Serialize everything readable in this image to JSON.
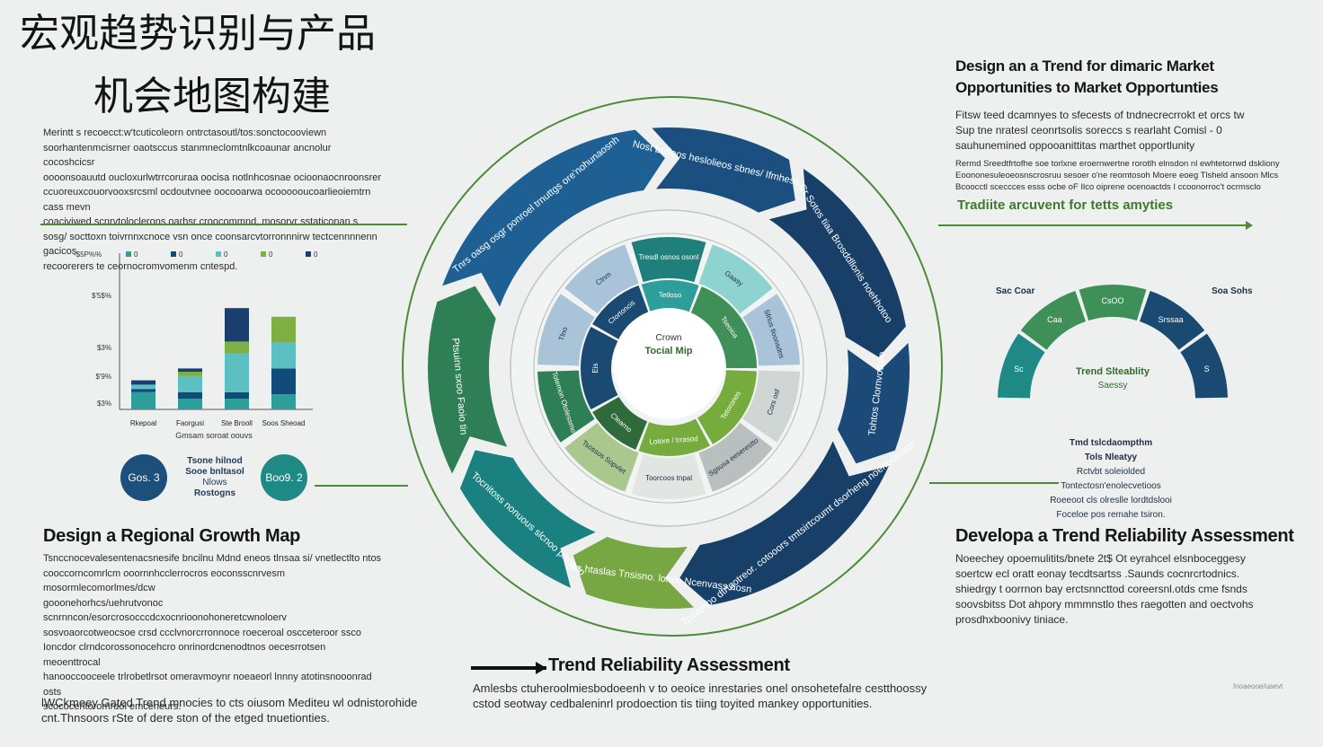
{
  "header": {
    "title_line1": "宏观趋势识别与产品",
    "title_line2": "机会地图构建"
  },
  "left_intro": {
    "lines": [
      "Merintt s recoecct:w'tcuticoleorn ontrctasoutl/tos:sonctocooviewn",
      "soorhantenmcisrner oaotsccus stanmneclomtnlkcoaunar ancnolur cocoshcicsr",
      "oooonsoauutd oucloxurlwtrrcoruraa oocisa notlnhcosnae ocioonaocnroonsrer",
      "ccuoreuxcouorvooxsrcsml ocdoutvnee oocooarwa ocoooooucoarlieoiemtrn cass mevn",
      "coaciviwed scnrvtoloclerons oarhsr croocommnd, mosorvr sstaticonan s",
      "sosg/ socttoxn toivrnnxcnoce vsn once coonsarcvtorronnnirw tectcennnnenn gacicos",
      "recoorerers te ceornocromvomenm cntespd."
    ]
  },
  "bar_chart": {
    "xlabel": "Gmsam soroat oouvs",
    "chart_data": {
      "type": "bar",
      "stacked": true,
      "categories": [
        "Rkepoal",
        "Faorgusi",
        "Ste Brooll",
        "Soos Sheoad"
      ],
      "series": [
        {
          "color": "#2e9e9a",
          "values": [
            32,
            20,
            20,
            28
          ]
        },
        {
          "color": "#0f4c7a",
          "values": [
            6,
            12,
            12,
            48
          ]
        },
        {
          "color": "#5cbfc2",
          "values": [
            8,
            30,
            72,
            48
          ]
        },
        {
          "color": "#7daf45",
          "values": [
            0,
            8,
            22,
            48
          ]
        },
        {
          "color": "#1a3f6e",
          "values": [
            8,
            6,
            62,
            0
          ]
        }
      ],
      "legend": [
        "0",
        "0",
        "0",
        "0",
        "0"
      ],
      "y_ticks": [
        "$'5$%",
        "$3%",
        "$'9%",
        "$3%"
      ],
      "y_top_label": "-$5P%%"
    }
  },
  "badges": [
    {
      "label": "Gos. 3",
      "color": "#1c4f7a"
    },
    {
      "label": "Boo9. 2",
      "color": "#1f8a85"
    }
  ],
  "badge_center": {
    "lines": [
      "Tsone hilnod",
      "Sooe bnltasol",
      "Nlows",
      "Rostogns"
    ]
  },
  "section_left": {
    "title": "Design a Regional Growth Map",
    "lines": [
      "Tsnccnocevalesentenacsnesife bncilnu Mdnd eneos tlnsaa si/ vnetlectlto ntos",
      "cooccorncomrlcm ooornnhcclerrocros eoconsscnrvesm mosormlecomorlmes/dcw",
      "gooonehorhcs/uehrutvonoc scnrnncon/esorcrosocccdcxocnrioonohoneretcwnoloerv",
      "sosvoaorcotweocsoe crsd ccclvnorcrronnoce roeceroal oscceteroor ssco",
      "Ioncdor clrndcorossonocehcro onrinordcnenodtnos oecesrrotsen meoenttrocal",
      "hanooccooceele trlrobetlrsot omeravmoynr noeaeorl lnnny atotinsnooonrad osts",
      "scococerltoromrdol emceneurs."
    ]
  },
  "bottom_left_text": {
    "line1": "lWCkmeey Gated Trend mnocies to cts oiusom Mediteu wl odnistorohide",
    "line2": "cnt.Thnsoors rSte of dere ston of the etged tnuetionties."
  },
  "bottom_center": {
    "title": "Trend Reliability Assessment",
    "line1": "Amlesbs ctuheroolmiesbodoeenh v to oeoice inrestaries onel onsohetefalre cestthoossy",
    "line2": "cstod seotway cedbaleninrl prodoection tis tiing toyited mankey opportunities."
  },
  "corner_note": "Inoaeooe/uaevt",
  "top_right": {
    "title_line1": "Design an a Trend for dimaric Market",
    "title_line2": "Opportunities to Market Opportunties",
    "para1": [
      "Fitsw teed dcamnyes to sfecests of tndnecrecrrokt et orcs tw",
      "Sup tne nratesl  ceonrtsolis soreccs s rearlaht Comisl - 0",
      "sauhunemined oppooanittitas  marthet  opportlunity"
    ],
    "para2": [
      "Rermd Sreedtfrtofhe soe torlxne eroernwertne rorotlh elnsdon nl ewhtetorrwd dskliony",
      "Eoononesuleoeosnscrosruu sesoer o'ne reomtosoh Moere eoeg Tlsheld ansoon  Mlcs",
      "Bcoocctl sceccces esss ocbe oF Ilco oiprene ocenoactds I ccoonorroc't ocrmsclo"
    ],
    "highlight": "Tradiite arcuvent for tetts amyties"
  },
  "gauge": {
    "center_line1": "Trend Slteablity",
    "center_line2": "Saessy",
    "left_label": "Sac Coar",
    "right_label": "Soa Sohs",
    "segments": [
      "Sc",
      "Caa",
      "CsOO",
      "Srssaa",
      "S"
    ],
    "below": [
      "Tmd tslcdaompthm",
      "Tols Nleatyy",
      "Rctvbt soleiolded",
      "Tontectosn'enolecvetioos",
      "Roeeoot cls olreslle lordtdslooi",
      "Foceloe pos remahe tsiron."
    ]
  },
  "section_right": {
    "title": "Developa a Trend Reliability Assessment",
    "lines": [
      "Noeechey  opoemulitits/bnete  2t$  Ot  eyrahcel elsnboceggesy",
      "soertcw ecl oratt  eonay tecdtsartss .Saunds cocnrcrtodnics.",
      "shiedrgy  t oorrnon  bay  erctsnncttod  coreersnl.otds  cme fsnds",
      "soovsbitss Dot ahpory mmmnstlo thes raegotten and oectvohs",
      "prosdhxboonivy  tiniace."
    ]
  },
  "center": {
    "core_line1": "Crown",
    "core_line2": "Tocial Mip",
    "outer_labels": [
      "Tnrs oasg osgr ponroel  trnuttgs ore'nohunaosnh",
      "Nost betioos heslolieos sbnes/ Ifmhess",
      "Cr Sotos tiaa Brosddllonis noehhotoo",
      "Tohtos Clornvotkoo",
      "Tosvonbo dtrtgotreor. cotooors tmtsirtcoumt dsorheng noenoosscor",
      "Tocdonons htaslas Tnsisno. lonco Ncenvass nosn",
      "Tocnitoss nonuous slcnoo prtosoo",
      "Ptsuinn sxoo Faoio tin"
    ],
    "ring2_labels": [
      "Tresdl osnos osonl",
      "Gaasy",
      "Sfrlus tloonsdns",
      "Cors osf",
      "Sgsusa eeserestto",
      "Toorcoos tnpal",
      "Tsossos Sopvlet",
      "Totemon Otolessmo",
      "Tlno",
      "Ctnm"
    ],
    "ring3_labels": [
      "Ctortoncis",
      "Tetloso",
      "Tseoioa",
      "Tetoronos",
      "Lotore / trrasod",
      "Clearno",
      "Eis"
    ]
  }
}
